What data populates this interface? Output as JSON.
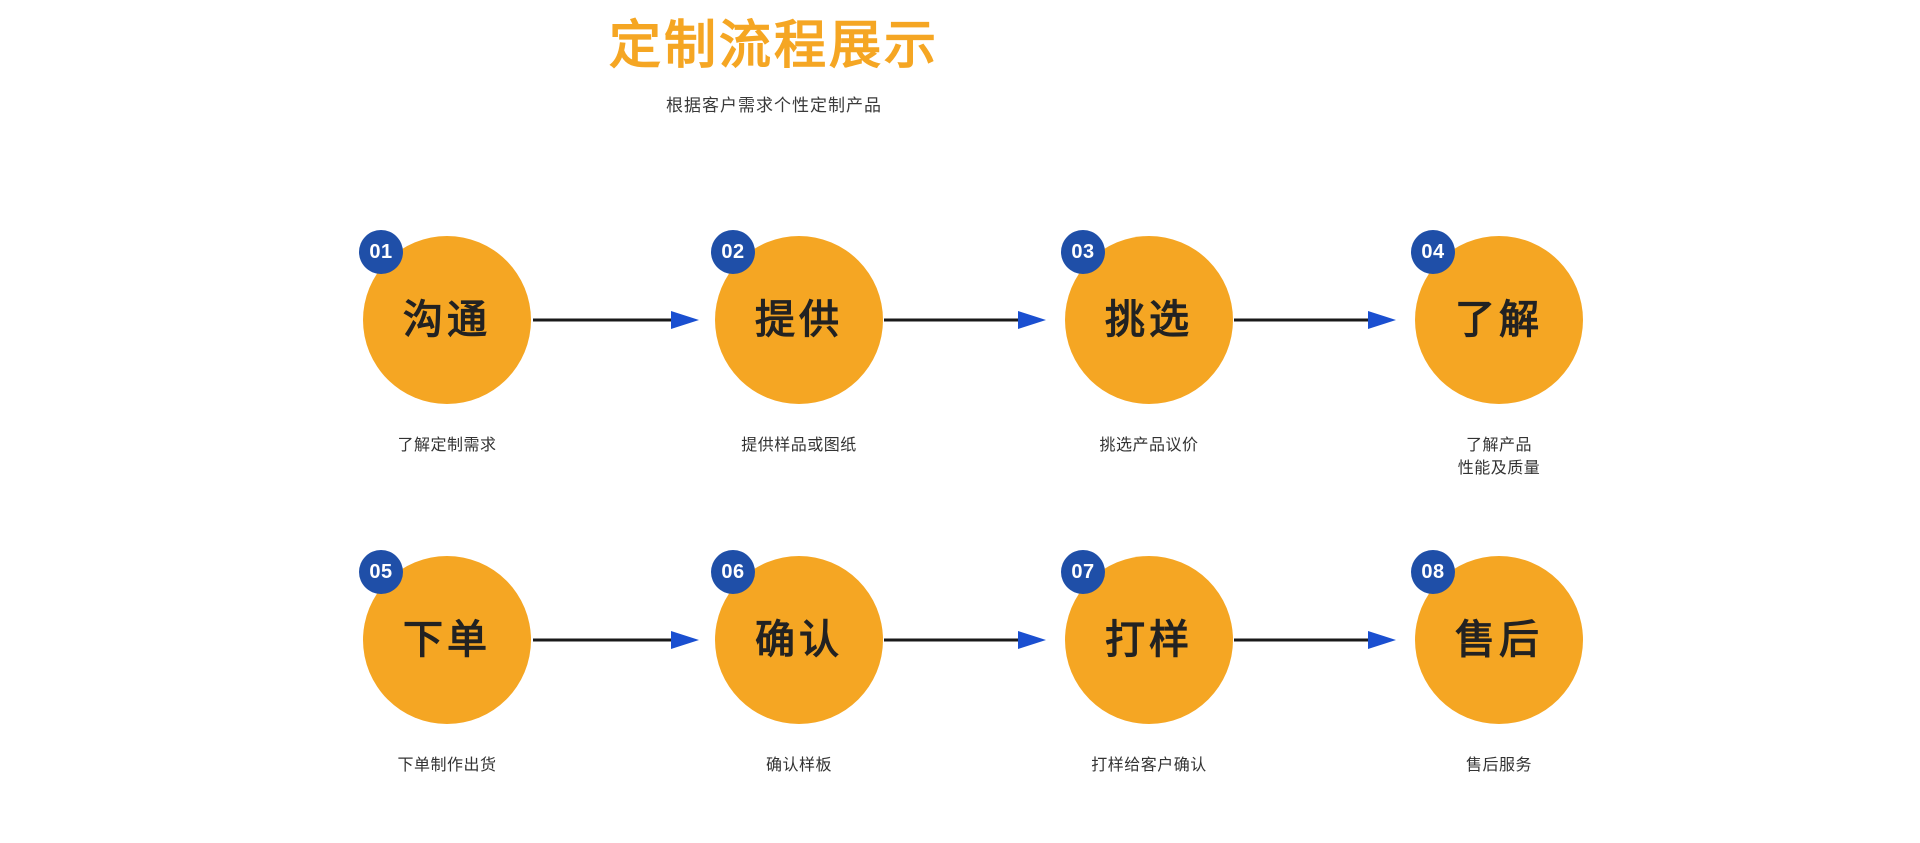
{
  "header": {
    "title": "定制流程展示",
    "subtitle": "根据客户需求个性定制产品"
  },
  "colors": {
    "title": "#F5A623",
    "circle": "#F5A623",
    "badge": "#1F4FA8",
    "badge_text": "#FFFFFF",
    "arrow_line": "#1A1A1A",
    "arrow_head": "#1A4FD0",
    "caption_text": "#333333",
    "background": "#FFFFFF"
  },
  "steps": [
    {
      "number": "01",
      "label": "沟通",
      "caption": "了解定制需求"
    },
    {
      "number": "02",
      "label": "提供",
      "caption": "提供样品或图纸"
    },
    {
      "number": "03",
      "label": "挑选",
      "caption": "挑选产品议价"
    },
    {
      "number": "04",
      "label": "了解",
      "caption": "了解产品\n性能及质量"
    },
    {
      "number": "05",
      "label": "下单",
      "caption": "下单制作出货"
    },
    {
      "number": "06",
      "label": "确认",
      "caption": "确认样板"
    },
    {
      "number": "07",
      "label": "打样",
      "caption": "打样给客户确认"
    },
    {
      "number": "08",
      "label": "售后",
      "caption": "售后服务"
    }
  ],
  "arrows": [
    {
      "from": "01",
      "to": "02",
      "row": 1
    },
    {
      "from": "02",
      "to": "03",
      "row": 1
    },
    {
      "from": "03",
      "to": "04",
      "row": 1
    },
    {
      "from": "05",
      "to": "06",
      "row": 2
    },
    {
      "from": "06",
      "to": "07",
      "row": 2
    },
    {
      "from": "07",
      "to": "08",
      "row": 2
    }
  ]
}
